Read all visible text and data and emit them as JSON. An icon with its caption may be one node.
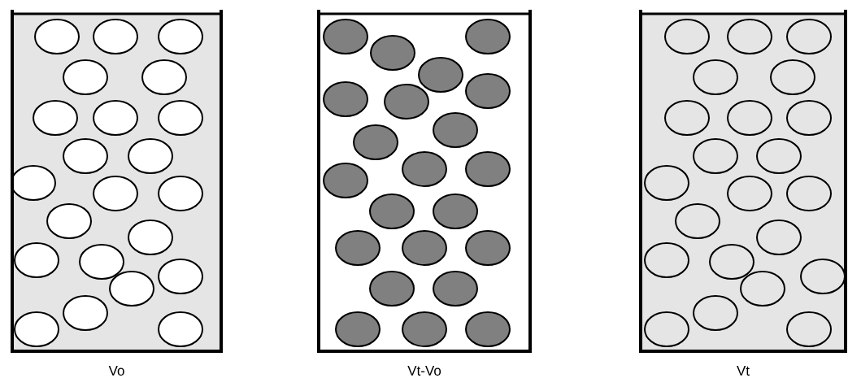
{
  "diagram": {
    "nodes": [
      {
        "text": [],
        "shape": "box",
        "beside": [
          "Vo"
        ]
      },
      {
        "text": [],
        "shape": "box",
        "beside": [
          "Vt-Vo"
        ]
      },
      {
        "text": [],
        "shape": "box",
        "beside": [
          "Vt"
        ]
      }
    ]
  }
}
